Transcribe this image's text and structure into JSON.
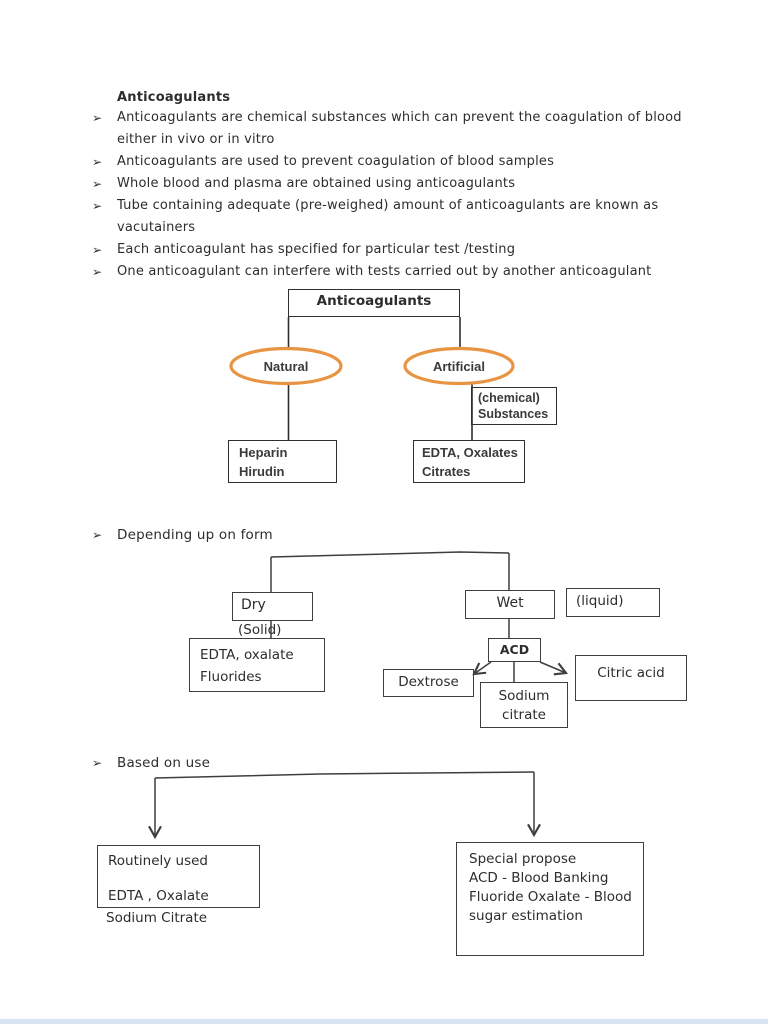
{
  "heading": "Anticoagulants",
  "list": {
    "bullet_char": "➢",
    "rows": [
      {
        "bullet": "➢",
        "text": "Anticoagulants are chemical substances which can prevent the coagulation of blood"
      },
      {
        "bullet": "",
        "text": "either in vivo or in vitro"
      },
      {
        "bullet": "➢",
        "text": "Anticoagulants are used to prevent coagulation of blood samples"
      },
      {
        "bullet": "➢",
        "text": "Whole blood and plasma are obtained using anticoagulants"
      },
      {
        "bullet": "➢",
        "text": "Tube containing adequate (pre-weighed) amount of anticoagulants are known as"
      },
      {
        "bullet": "",
        "text": "vacutainers"
      },
      {
        "bullet": "➢",
        "text": "Each anticoagulant has specified for particular test /testing"
      },
      {
        "bullet": "➢",
        "text": "One anticoagulant can interfere with tests carried out by another anticoagulant"
      }
    ]
  },
  "diagram1": {
    "root": "Anticoagulants",
    "natural": "Natural",
    "artificial": "Artificial",
    "substances_line1": "(chemical)",
    "substances_line2": "Substances",
    "natural_items_line1": "Heparin",
    "natural_items_line2": "Hirudin",
    "artificial_items_line1": "EDTA, Oxalates",
    "artificial_items_line2": "Citrates"
  },
  "diagram2": {
    "bullet": "➢",
    "heading": "Depending up on form",
    "dry": "Dry",
    "solid": "(Solid)",
    "dry_items_line1": "EDTA, oxalate",
    "dry_items_line2": "Fluorides",
    "wet": "Wet",
    "liquid": "(liquid)",
    "acd": "ACD",
    "dextrose": "Dextrose",
    "sodium_line1": "Sodium",
    "sodium_line2": "citrate",
    "citric": "Citric acid"
  },
  "diagram3": {
    "bullet": "➢",
    "heading": "Based on use",
    "routine_line1": "Routinely used",
    "routine_line2": "EDTA , Oxalate",
    "routine_below": "Sodium Citrate",
    "special_line1": "Special propose",
    "special_line2": "ACD - Blood Banking",
    "special_line3": "Fluoride Oxalate - Blood",
    "special_line4": "sugar estimation"
  },
  "colors": {
    "ellipse_stroke": "#e89543",
    "line": "#3e3e3e",
    "text": "#2d2d2d",
    "bottom_bar": "#d9e4f2"
  }
}
